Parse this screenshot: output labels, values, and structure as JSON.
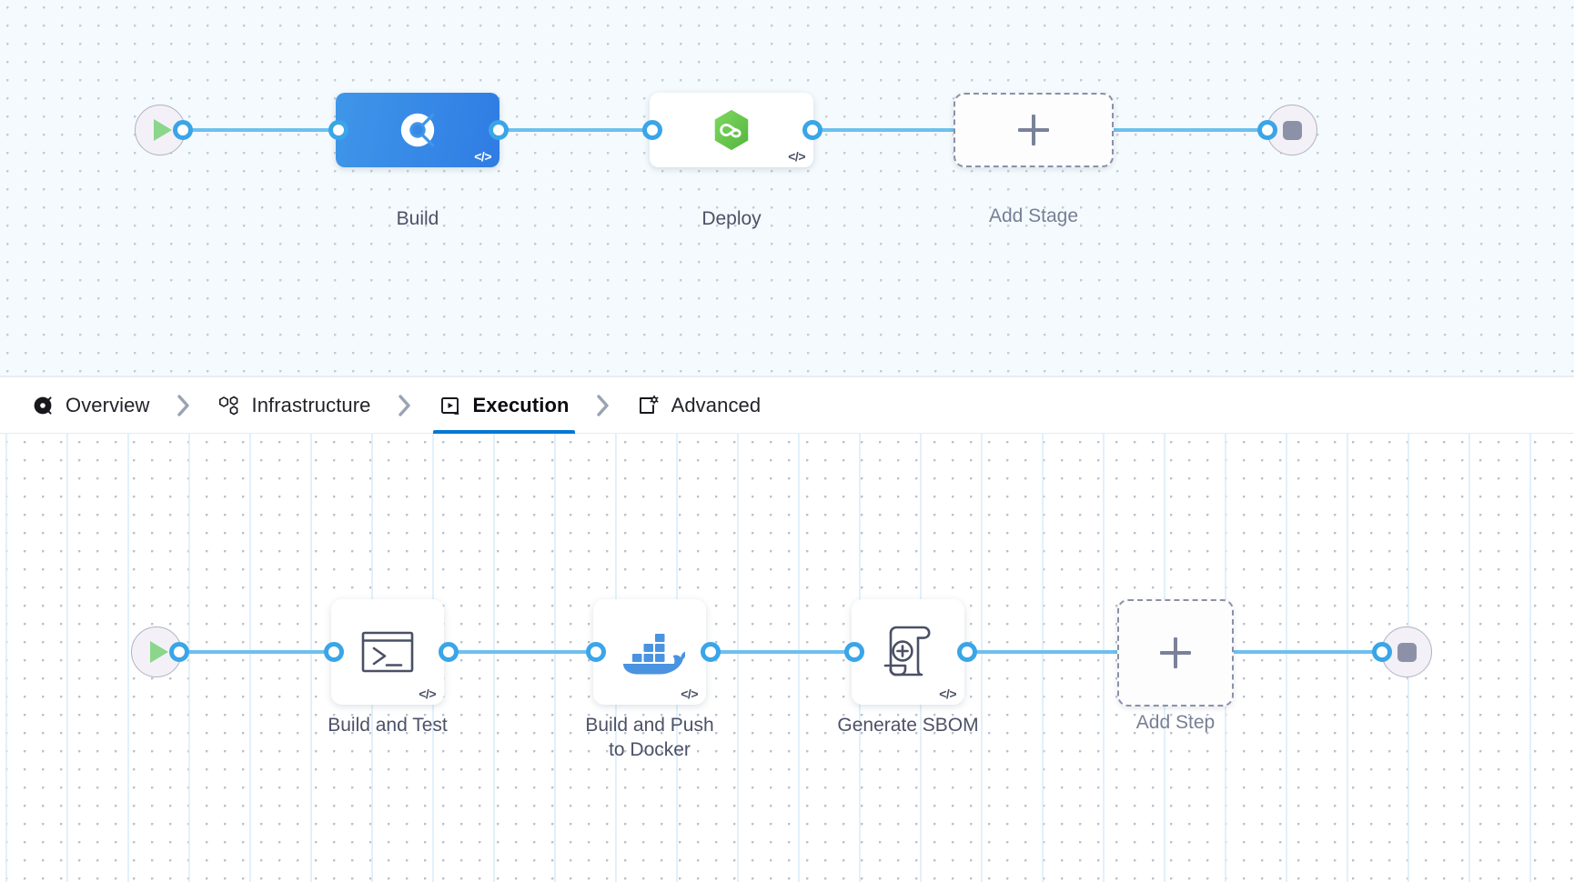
{
  "theme": {
    "accent": "#0278d5",
    "edge_color": "#6ec0ee",
    "port_color": "#3aa5e8",
    "stage_primary_from": "#3f96e8",
    "stage_primary_to": "#2f7ce4",
    "cd_green": "#68c951",
    "docker_blue": "#4a93e0",
    "label_color": "#4c5167",
    "dashed_border": "#8b90a8",
    "stage_canvas_bg": "#f4fafd",
    "step_canvas_bg": "#ffffff"
  },
  "stage_graph": {
    "start_node": {
      "name": "pipeline-start",
      "icon": "play-icon"
    },
    "end_node": {
      "name": "pipeline-end",
      "icon": "stop-icon"
    },
    "nodes": [
      {
        "id": "build",
        "label": "Build",
        "icon": "harness-ci-icon",
        "style": "primary",
        "selected": true,
        "code_badge": "</>"
      },
      {
        "id": "deploy",
        "label": "Deploy",
        "icon": "harness-cd-icon",
        "style": "plain",
        "selected": false,
        "code_badge": "</>"
      }
    ],
    "add_node": {
      "label": "Add Stage",
      "icon": "plus-icon"
    }
  },
  "tabs": {
    "items": [
      {
        "id": "overview",
        "label": "Overview",
        "icon": "overview-icon",
        "active": false
      },
      {
        "id": "infrastructure",
        "label": "Infrastructure",
        "icon": "infrastructure-icon",
        "active": false
      },
      {
        "id": "execution",
        "label": "Execution",
        "icon": "execution-icon",
        "active": true
      },
      {
        "id": "advanced",
        "label": "Advanced",
        "icon": "advanced-icon",
        "active": false
      }
    ],
    "separator_icon": "chevron-right-icon"
  },
  "step_graph": {
    "start_node": {
      "name": "execution-start",
      "icon": "play-icon"
    },
    "end_node": {
      "name": "execution-end",
      "icon": "stop-icon"
    },
    "nodes": [
      {
        "id": "build-and-test",
        "label": "Build and Test",
        "icon": "terminal-icon",
        "code_badge": "</>"
      },
      {
        "id": "build-push-docker",
        "label": "Build and Push\nto Docker",
        "icon": "docker-icon",
        "code_badge": "</>"
      },
      {
        "id": "generate-sbom",
        "label": "Generate SBOM",
        "icon": "sbom-scroll-icon",
        "code_badge": "</>"
      }
    ],
    "add_node": {
      "label": "Add Step",
      "icon": "plus-icon"
    }
  }
}
